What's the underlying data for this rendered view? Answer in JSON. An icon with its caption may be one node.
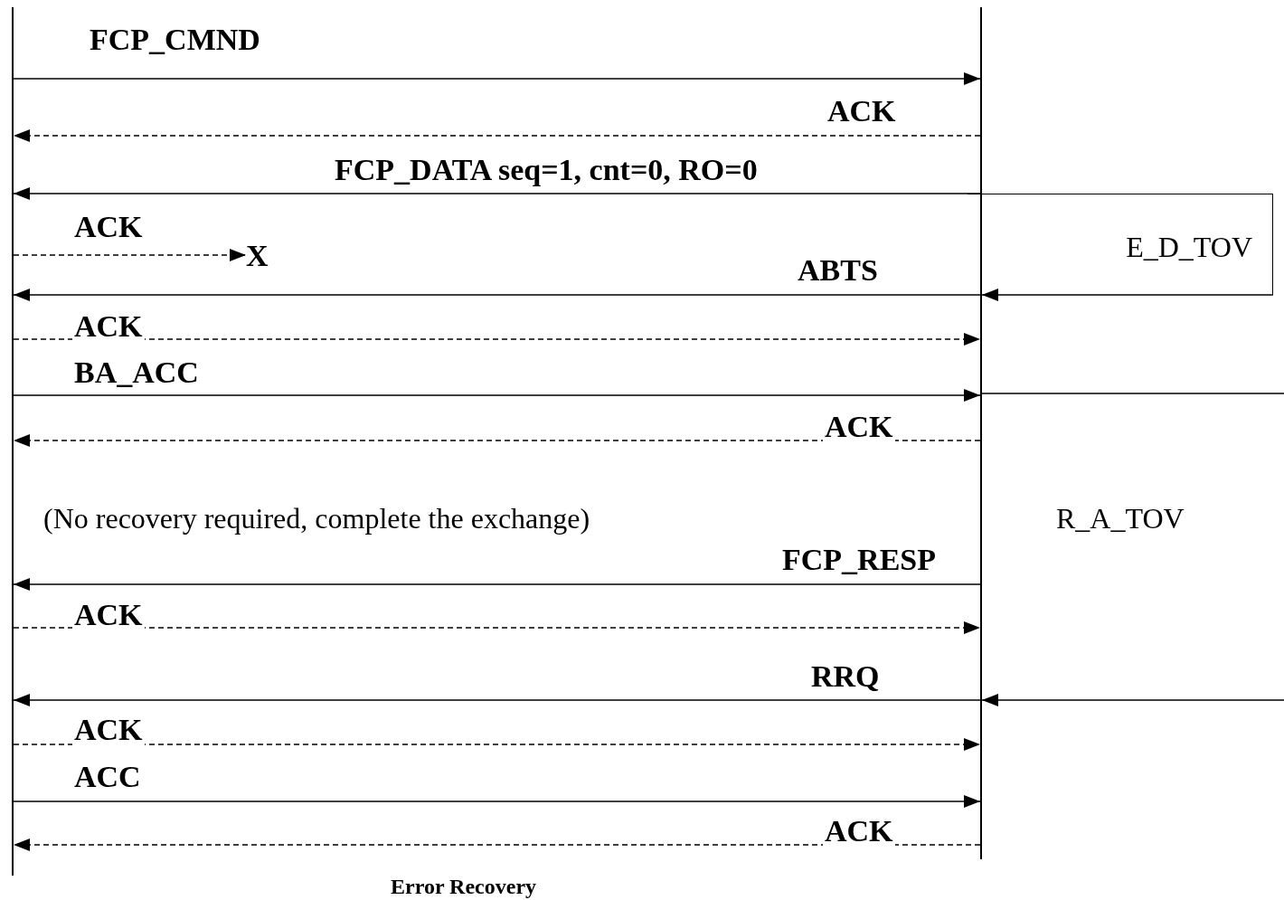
{
  "diagram": {
    "caption": "Error Recovery",
    "nodes": [
      {
        "text": [],
        "shape": "bar"
      },
      {
        "text": [],
        "shape": "bar"
      },
      {
        "text": [
          "X"
        ]
      },
      {
        "text": [
          "E_D_TOV"
        ]
      }
    ],
    "edges": [
      {
        "from": 0,
        "to": 1,
        "arrow": "to",
        "label": "FCP_CMND"
      },
      {
        "from": 1,
        "to": 0,
        "arrow": "to",
        "label": "ACK",
        "style": "dashed"
      },
      {
        "from": 1,
        "to": 0,
        "arrow": "to",
        "label": "FCP_DATA seq=1, cnt=0, RO=0"
      },
      {
        "from": 0,
        "to": 2,
        "arrow": "to",
        "label": "ACK",
        "style": "dashed"
      },
      {
        "from": 1,
        "to": 0,
        "arrow": "to",
        "label": "ABTS"
      },
      {
        "from": 0,
        "to": 1,
        "arrow": "to",
        "label": "ACK",
        "style": "dashed"
      },
      {
        "from": 0,
        "to": 1,
        "arrow": "to",
        "label": "BA_ACC"
      },
      {
        "from": 1,
        "to": 0,
        "arrow": "to",
        "label": "ACK",
        "style": "dashed"
      },
      {
        "from": 1,
        "to": 0,
        "arrow": "to",
        "label": "FCP_RESP"
      },
      {
        "from": 0,
        "to": 1,
        "arrow": "to",
        "label": "ACK",
        "style": "dashed"
      },
      {
        "from": 1,
        "to": 0,
        "arrow": "to",
        "label": "RRQ"
      },
      {
        "from": 0,
        "to": 1,
        "arrow": "to",
        "label": "ACK",
        "style": "dashed"
      },
      {
        "from": 0,
        "to": 1,
        "arrow": "to",
        "label": "ACC"
      },
      {
        "from": 1,
        "to": 0,
        "arrow": "to",
        "label": "ACK",
        "style": "dashed"
      },
      {
        "from": 3,
        "to": 1,
        "arrow": "to"
      },
      {
        "from": null,
        "to": 1,
        "arrow": "to"
      }
    ],
    "labels": [
      "(No recovery required, complete the exchange)",
      "R_A_TOV"
    ]
  }
}
